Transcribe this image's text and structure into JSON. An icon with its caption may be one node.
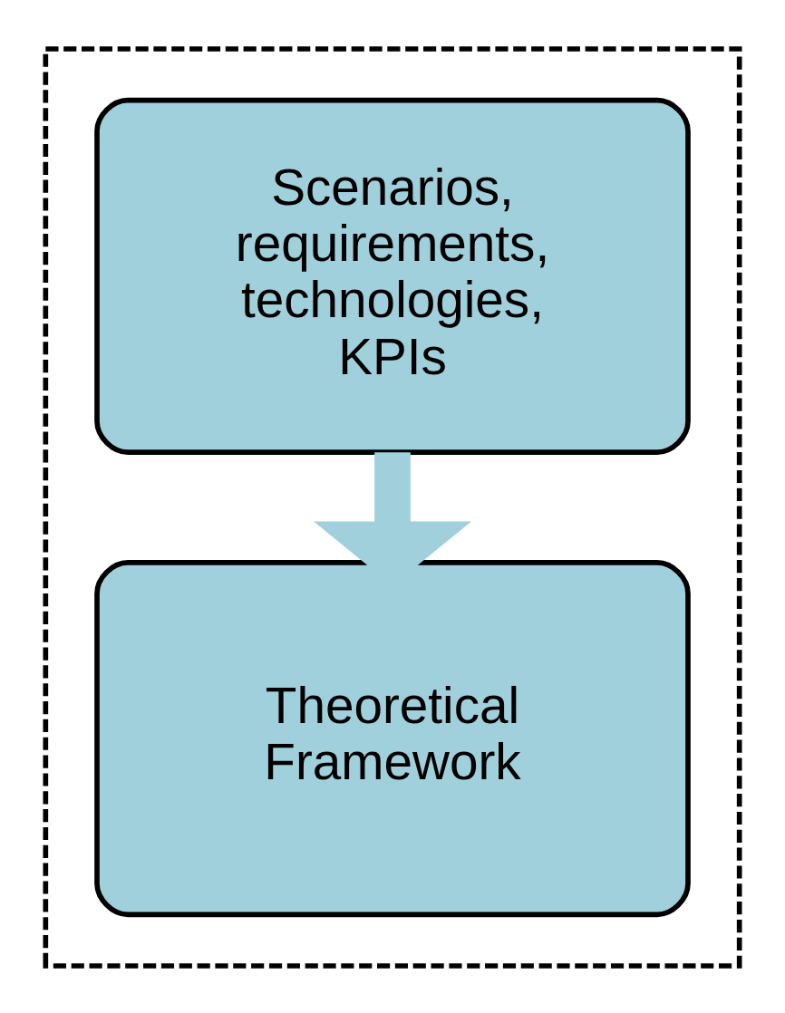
{
  "diagram": {
    "nodes": [
      {
        "text": [],
        "shape": "box"
      },
      {
        "text": [
          "Scenarios, requirements, technologies, KPIs"
        ],
        "in": 0
      },
      {
        "text": [
          "Theoretical Framework"
        ],
        "in": 0
      }
    ],
    "edges": [
      {
        "from": 1,
        "to": 2,
        "arrow": "to"
      }
    ]
  }
}
